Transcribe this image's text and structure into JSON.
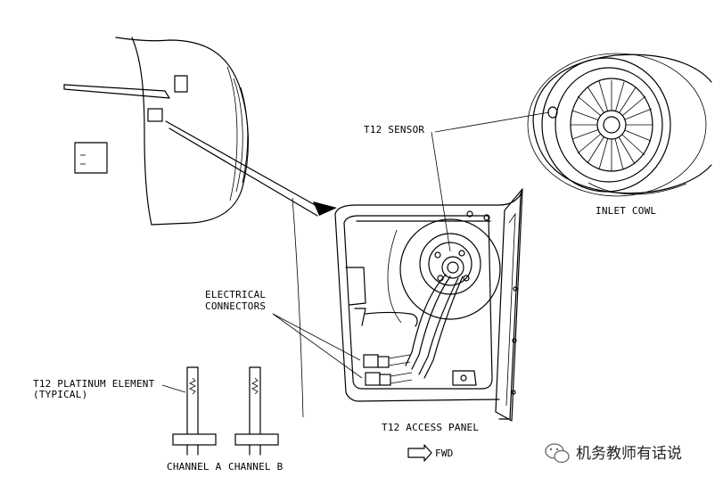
{
  "labels": {
    "t12_sensor": "T12 SENSOR",
    "inlet_cowl": "INLET COWL",
    "electrical_connectors_1": "ELECTRICAL",
    "electrical_connectors_2": "CONNECTORS",
    "platinum_element_1": "T12 PLATINUM ELEMENT",
    "platinum_element_2": "(TYPICAL)",
    "access_panel": "T12 ACCESS PANEL",
    "fwd": "FWD",
    "channel_a": "CHANNEL A",
    "channel_b": "CHANNEL B"
  },
  "watermark": {
    "text": "机务教师有话说",
    "icon": "wechat-icon"
  }
}
